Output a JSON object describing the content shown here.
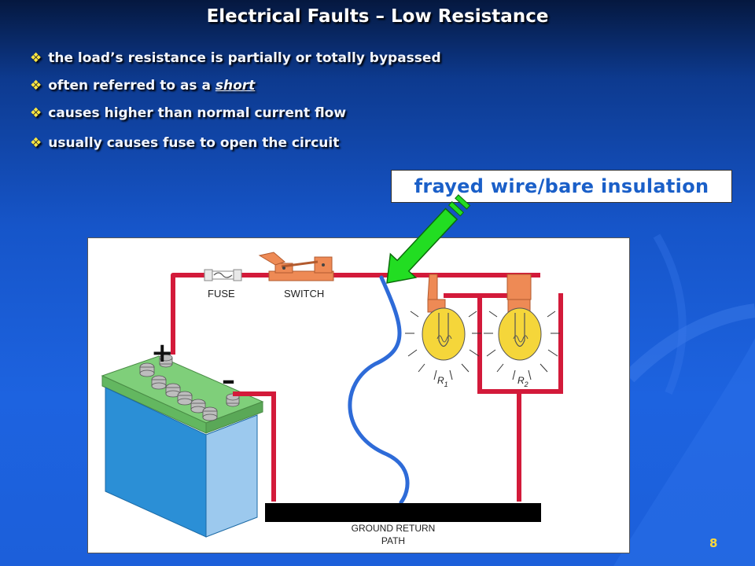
{
  "slide": {
    "title": "Electrical Faults – Low Resistance",
    "bullets": [
      {
        "text": "the load’s resistance is partially or totally bypassed"
      },
      {
        "text_before": "often referred to as a ",
        "emph": "short"
      },
      {
        "text": "causes higher than normal current flow"
      },
      {
        "text": "usually causes fuse to open the circuit"
      }
    ],
    "callout": "frayed wire/bare insulation",
    "page_number": "8"
  },
  "diagram": {
    "fuse_label": "FUSE",
    "switch_label": "SWITCH",
    "plus_sign": "+",
    "minus_sign": "–",
    "r1_label": "R",
    "r1_sub": "1",
    "r2_label": "R",
    "r2_sub": "2",
    "ground_line1": "GROUND RETURN",
    "ground_line2": "PATH"
  },
  "colors": {
    "wire": "#d31a3a",
    "short_wire": "#2e6bd8",
    "arrow": "#22dd22",
    "bulb": "#f5d63a",
    "socket": "#ee8a55",
    "battery_top": "#7fcf7a",
    "battery_body": "#2b8fd6"
  }
}
